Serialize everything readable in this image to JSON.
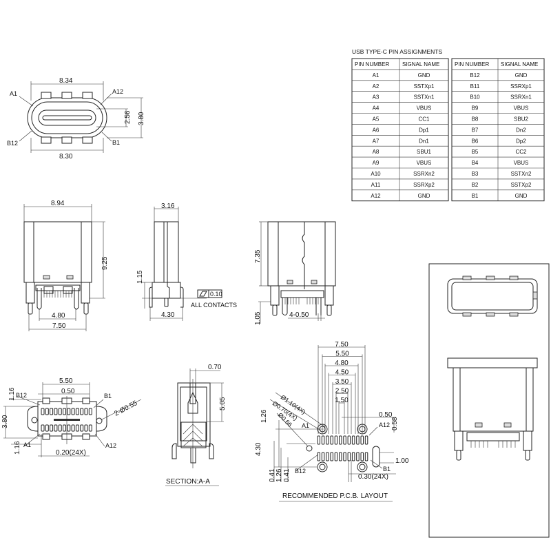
{
  "pin_table": {
    "title": "USB TYPE-C PIN ASSIGNMENTS",
    "header_pin": "PIN NUMBER",
    "header_signal": "SIGNAL NAME",
    "left_rows": [
      [
        "A1",
        "GND"
      ],
      [
        "A2",
        "SSTXp1"
      ],
      [
        "A3",
        "SSTXn1"
      ],
      [
        "A4",
        "VBUS"
      ],
      [
        "A5",
        "CC1"
      ],
      [
        "A6",
        "Dp1"
      ],
      [
        "A7",
        "Dn1"
      ],
      [
        "A8",
        "SBU1"
      ],
      [
        "A9",
        "VBUS"
      ],
      [
        "A10",
        "SSRXn2"
      ],
      [
        "A11",
        "SSRXp2"
      ],
      [
        "A12",
        "GND"
      ]
    ],
    "right_rows": [
      [
        "B12",
        "GND"
      ],
      [
        "B11",
        "SSRXp1"
      ],
      [
        "B10",
        "SSRXn1"
      ],
      [
        "B9",
        "VBUS"
      ],
      [
        "B8",
        "SBU2"
      ],
      [
        "B7",
        "Dn2"
      ],
      [
        "B6",
        "Dp2"
      ],
      [
        "B5",
        "CC2"
      ],
      [
        "B4",
        "VBUS"
      ],
      [
        "B3",
        "SSTXn2"
      ],
      [
        "B2",
        "SSTXp2"
      ],
      [
        "B1",
        "GND"
      ]
    ]
  },
  "front_view": {
    "dim_top": "8.34",
    "dim_bottom": "8.30",
    "dim_inner_h": "2.56",
    "dim_outer_h": "3.80",
    "label_a1": "A1",
    "label_a12": "A12",
    "label_b12": "B12",
    "label_b1": "B1"
  },
  "top_view": {
    "dim_width": "8.94",
    "dim_height": "9.25",
    "dim_pin_inner": "4.80",
    "dim_pin_outer": "7.50"
  },
  "side_view": {
    "dim_width": "3.16",
    "dim_base": "1.15",
    "dim_legs": "4.30",
    "flatness_value": "0.10",
    "flatness_note": "ALL CONTACTS"
  },
  "rear_view": {
    "dim_height": "7.35",
    "dim_leg": "1.05",
    "dim_pitch": "4-0.50"
  },
  "bottom_view": {
    "dim_width": "5.50",
    "dim_pitch": "0.50",
    "dim_top": "1.16",
    "dim_height": "3.80",
    "dim_bottom": "1.16",
    "dim_holes": "2-Ø0.55",
    "dim_pin_width": "0.20(24X)",
    "label_b12": "B12",
    "label_b1": "B1",
    "label_a1": "A1",
    "label_a12": "A12"
  },
  "section": {
    "dim_thickness": "0.70",
    "dim_height": "5.05",
    "title": "SECTION:A-A"
  },
  "pcb_layout": {
    "dims_h": [
      "7.50",
      "5.50",
      "4.80",
      "4.50",
      "3.50",
      "2.50",
      "1.50"
    ],
    "dim_hole_big": "Ø1.10(4X)",
    "dim_hole_small": "Ø0.70(4X)",
    "dim_hole_mid": "Ø0.66",
    "dim_pitch": "0.50",
    "dim_058": "0.58",
    "dim_100": "1.00",
    "dim_pad_width": "0.30(24X)",
    "dim_126_top": "1.26",
    "dim_430": "4.30",
    "dim_041_a": "0.41",
    "dim_126_bot": "1.26",
    "dim_041_b": "0.41",
    "label_a1": "A1",
    "label_a12": "A12",
    "label_b12": "B12",
    "label_b1": "B1",
    "title": "RECOMMENDED  P.C.B.  LAYOUT"
  }
}
